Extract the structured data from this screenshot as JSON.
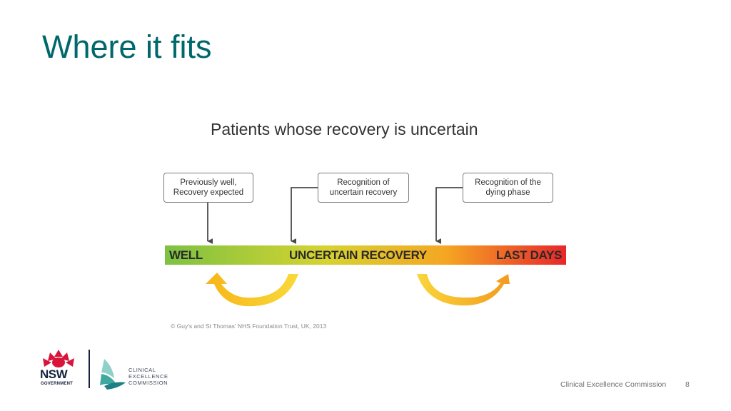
{
  "slide": {
    "title": "Where it fits",
    "title_color": "#00676b",
    "page_number": "8",
    "footer_text": "Clinical Excellence Commission"
  },
  "diagram": {
    "title": "Patients whose recovery is uncertain",
    "boxes": [
      {
        "text": "Previously well,\nRecovery expected"
      },
      {
        "text": "Recognition of\nuncertain recovery"
      },
      {
        "text": "Recognition of the\ndying phase"
      }
    ],
    "bar_labels": [
      "WELL",
      "UNCERTAIN RECOVERY",
      "LAST DAYS"
    ],
    "gradient_colors": [
      "#7cc242",
      "#d6d330",
      "#f5a623",
      "#e8262b"
    ],
    "curve_arrow_color": "#f7c21c",
    "copyright": "© Guy's and St Thomas' NHS Foundation Trust, UK, 2013"
  },
  "logos": {
    "nsw_letters": "NSW",
    "nsw_sub": "GOVERNMENT",
    "nsw_color": "#d7153a",
    "cec_lines": [
      "CLINICAL",
      "EXCELLENCE",
      "COMMISSION"
    ]
  }
}
